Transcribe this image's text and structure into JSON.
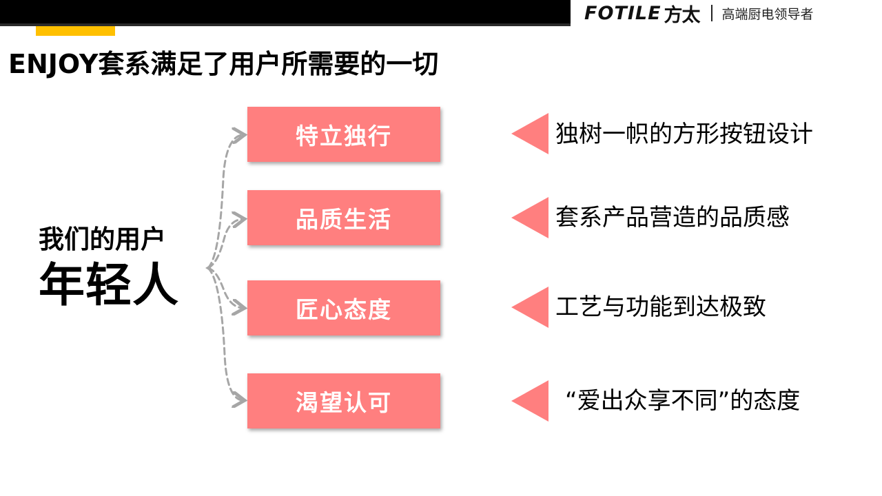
{
  "header": {
    "logo_word": "FOTILE",
    "logo_cn": "方太",
    "slogan": "高端厨电领导者"
  },
  "title": "ENJOY套系满足了用户所需要的一切",
  "user": {
    "line1": "我们的用户",
    "line2": "年轻人"
  },
  "items": [
    {
      "label": "特立独行",
      "desc": "独树一帜的方形按钮设计"
    },
    {
      "label": "品质生活",
      "desc": "套系产品营造的品质感"
    },
    {
      "label": "匠心态度",
      "desc": "工艺与功能到达极致"
    },
    {
      "label": "渴望认可",
      "desc": "“爱出众享不同”的态度"
    }
  ],
  "colors": {
    "accent": "#ffc000",
    "box": "#ff7f7f",
    "connector": "#a6a6a6"
  }
}
